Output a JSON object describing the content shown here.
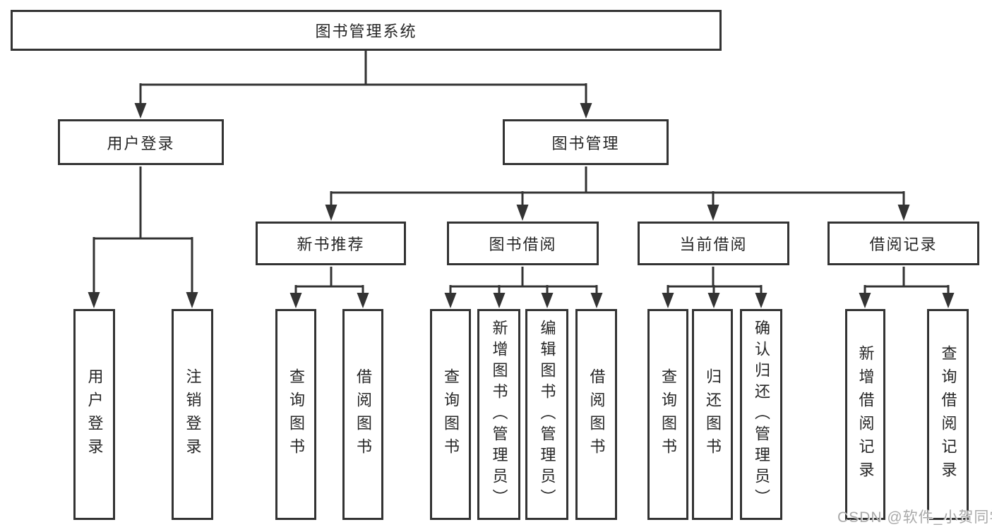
{
  "diagram": {
    "type": "tree-diagram",
    "colors": {
      "line": "#333333",
      "box_border": "#333333",
      "text": "#262626",
      "background": "#ffffff",
      "watermark": "#a9a9a9"
    },
    "tree": {
      "root": {
        "label": "图书管理系统"
      },
      "branches": [
        {
          "label": "用户登录",
          "children": [
            {
              "label": "用户登录"
            },
            {
              "label": "注销登录"
            }
          ]
        },
        {
          "label": "图书管理",
          "children": [
            {
              "label": "新书推荐",
              "children": [
                {
                  "label": "查询图书"
                },
                {
                  "label": "借阅图书"
                }
              ]
            },
            {
              "label": "图书借阅",
              "children": [
                {
                  "label": "查询图书"
                },
                {
                  "label": "新增图书（管理员）"
                },
                {
                  "label": "编辑图书（管理员）"
                },
                {
                  "label": "借阅图书"
                }
              ]
            },
            {
              "label": "当前借阅",
              "children": [
                {
                  "label": "查询图书"
                },
                {
                  "label": "归还图书"
                },
                {
                  "label": "确认归还（管理员）"
                }
              ]
            },
            {
              "label": "借阅记录",
              "children": [
                {
                  "label": "新增借阅记录"
                },
                {
                  "label": "查询借阅记录"
                }
              ]
            }
          ]
        }
      ]
    },
    "watermark": {
      "text": "CSDN @软件_小贺同学"
    }
  }
}
